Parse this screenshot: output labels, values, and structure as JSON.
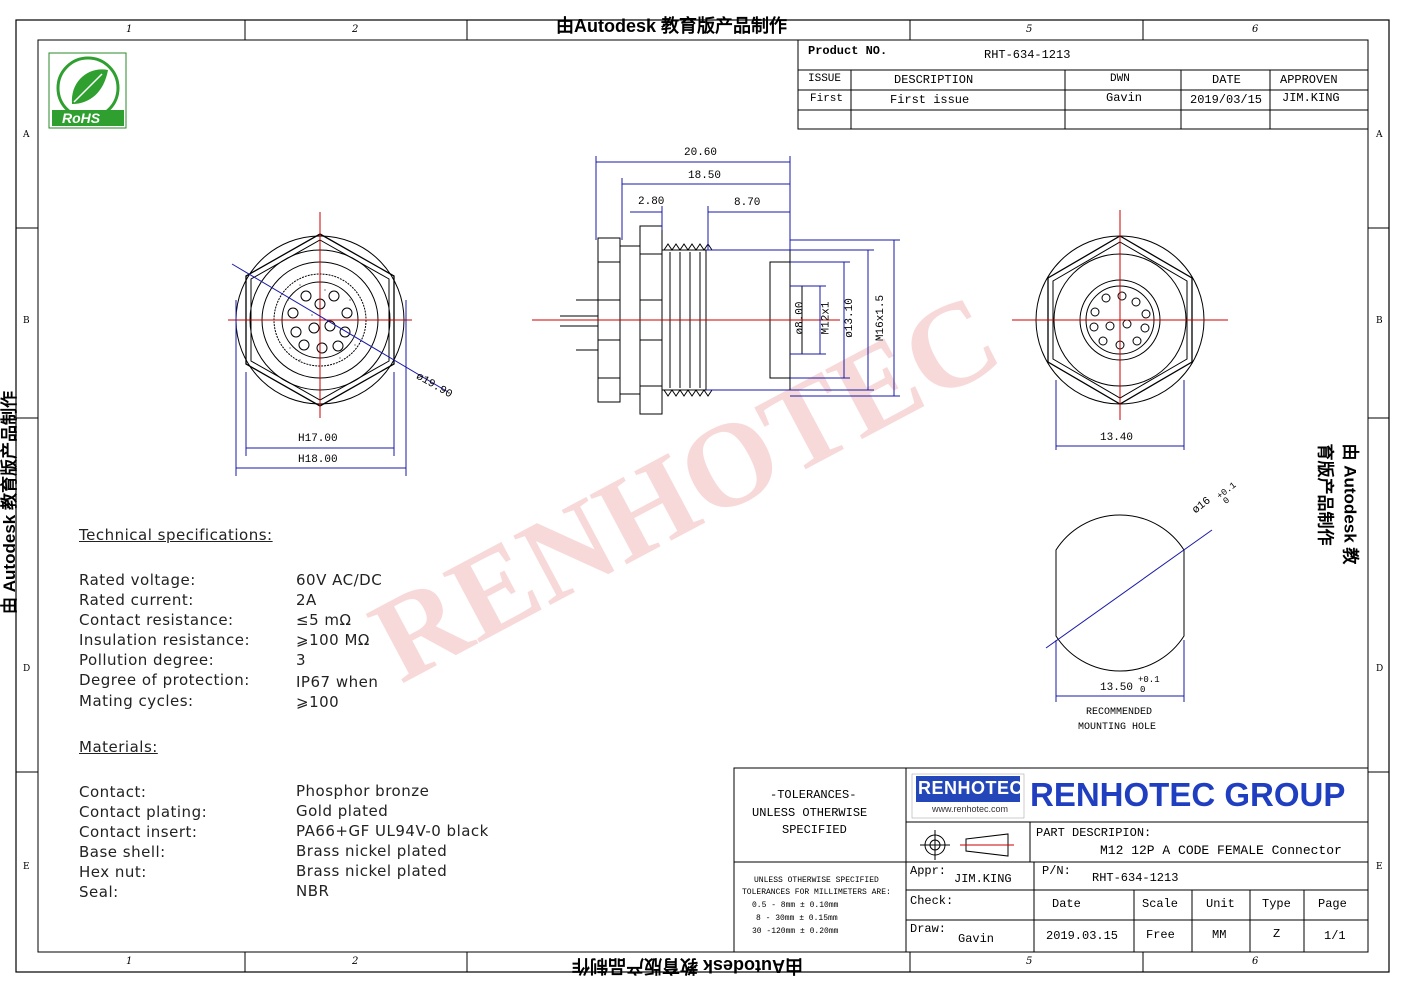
{
  "watermark": {
    "top_text": "由Autodesk 教育版产品制作",
    "side_text": "由 Autodesk 教育版产品制作",
    "brand_diag": "RENHOTEC"
  },
  "grid": {
    "cols": [
      "1",
      "2",
      "5",
      "6"
    ],
    "rows": [
      "A",
      "B",
      "D",
      "E"
    ]
  },
  "rohs_label": "RoHS",
  "header": {
    "product_no_label": "Product NO.",
    "product_no": "RHT-634-1213",
    "cols": [
      "ISSUE",
      "DESCRIPTION",
      "DWN",
      "DATE",
      "APPROVEN"
    ],
    "row": [
      "First",
      "First issue",
      "Gavin",
      "2019/03/15",
      "JIM.KING"
    ]
  },
  "dims": {
    "d2060": "20.60",
    "d1850": "18.50",
    "d280": "2.80",
    "d870": "8.70",
    "d800": "ø8.00",
    "m12": "M12x1",
    "d1310": "ø13.10",
    "m16": "M16x1.5",
    "h17": "H17.00",
    "h18": "H18.00",
    "d1990": "ø19.90",
    "d1340": "13.40",
    "d16": "ø16",
    "tol16": "+0.1",
    "tol16b": "0",
    "d1350": "13.50",
    "tol1350": "+0.1",
    "tol1350b": "0",
    "mount1": "RECOMMENDED",
    "mount2": "MOUNTING HOLE"
  },
  "specs": {
    "heading": "Technical specifications:",
    "rows": [
      {
        "k": "Rated voltage:",
        "v": "60V AC/DC"
      },
      {
        "k": "Rated current:",
        "v": "2A"
      },
      {
        "k": "Contact resistance:",
        "v": "≤5 mΩ"
      },
      {
        "k": "Insulation resistance:",
        "v": "⩾100 MΩ"
      },
      {
        "k": "Pollution degree:",
        "v": "3"
      },
      {
        "k": "Degree of protection:",
        "v": "IP67 when"
      },
      {
        "k": "Mating cycles:",
        "v": "⩾100"
      }
    ]
  },
  "materials": {
    "heading": "Materials:",
    "rows": [
      {
        "k": "Contact:",
        "v": "Phosphor bronze"
      },
      {
        "k": "Contact plating:",
        "v": "Gold plated"
      },
      {
        "k": "Contact insert:",
        "v": "PA66+GF UL94V-0 black"
      },
      {
        "k": "Base shell:",
        "v": "Brass nickel plated"
      },
      {
        "k": "Hex nut:",
        "v": "Brass nickel plated"
      },
      {
        "k": "Seal:",
        "v": "NBR"
      }
    ]
  },
  "titleblock": {
    "tol1": "-TOLERANCES-",
    "tol2": "UNLESS OTHERWISE",
    "tol3": "SPECIFIED",
    "tol4": "UNLESS OTHERWISE SPECIFIED",
    "tol5": "TOLERANCES FOR MILLIMETERS ARE:",
    "tol6": "0.5 - 8mm ± 0.10mm",
    "tol7": "8 - 30mm ± 0.15mm",
    "tol8": "30 -120mm ± 0.20mm",
    "logo": "RENHOTEC",
    "logo_url": "www.renhotec.com",
    "company": "RENHOTEC GROUP",
    "part_desc_label": "PART DESCRIPION:",
    "part_desc": "M12 12P A CODE FEMALE Connector",
    "pn_label": "P/N:",
    "pn": "RHT-634-1213",
    "appr_label": "Appr:",
    "appr": "JIM.KING",
    "check_label": "Check:",
    "draw_label": "Draw:",
    "draw": "Gavin",
    "date_label": "Date",
    "date": "2019.03.15",
    "scale_label": "Scale",
    "scale": "Free",
    "unit_label": "Unit",
    "unit": "MM",
    "type_label": "Type",
    "type": "Z",
    "page_label": "Page",
    "page": "1/1"
  }
}
